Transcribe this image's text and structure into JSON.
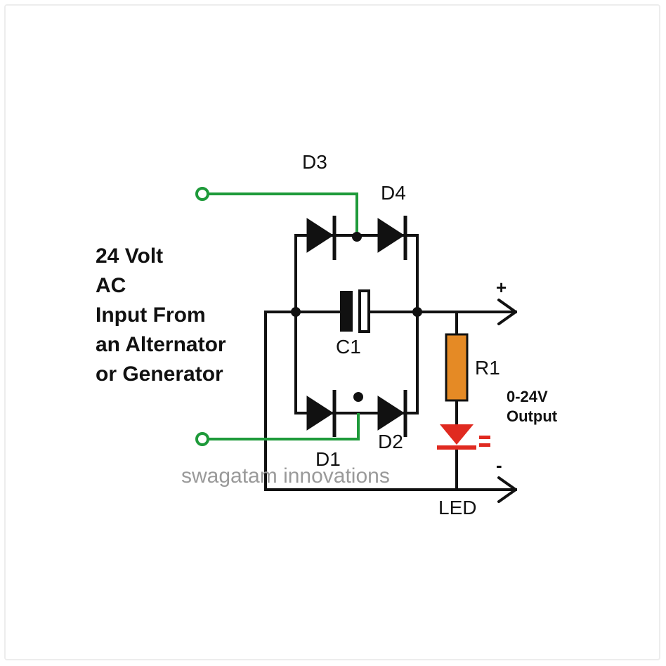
{
  "labels": {
    "d3": "D3",
    "d4": "D4",
    "d1": "D1",
    "d2": "D2",
    "c1": "C1",
    "r1": "R1",
    "led": "LED",
    "plus": "+",
    "minus": "-",
    "output_line1": "0-24V",
    "output_line2": "Output",
    "input_line1": "24 Volt",
    "input_line2": "AC",
    "input_line3": "Input From",
    "input_line4": "an Alternator",
    "input_line5": "or Generator"
  },
  "watermark": "swagatam innovations",
  "colors": {
    "wire": "#111111",
    "input_wire": "#1e9a3a",
    "resistor": "#e58a25",
    "led": "#e02a20",
    "watermark": "#9a9a9a"
  }
}
